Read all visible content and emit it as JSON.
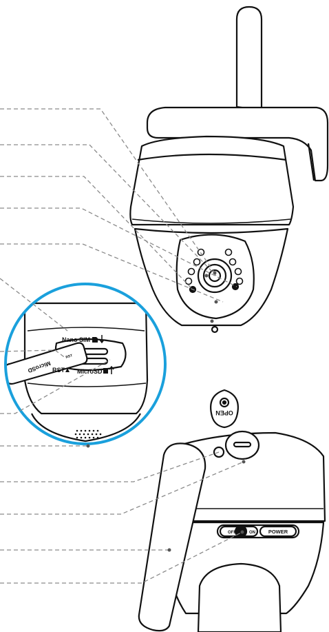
{
  "labels": {
    "nano_sim": "Nano SIM",
    "rst_sd_slot": "RST",
    "rst": "RST",
    "microsd": "MicroSD",
    "microsd_card": "MicroSD",
    "open": "OPEN",
    "off": "OFF",
    "on": "ON",
    "power": "POWER"
  },
  "callouts": [
    "line-1",
    "line-2",
    "line-3",
    "line-4",
    "line-5",
    "line-6",
    "line-7",
    "line-8",
    "line-9",
    "line-10",
    "line-11",
    "line-12",
    "line-13",
    "line-14"
  ],
  "colors": {
    "line": "#111111",
    "leader": "#8a8a8a",
    "inset_ring": "#1aa0dc",
    "dot": "#555555"
  }
}
